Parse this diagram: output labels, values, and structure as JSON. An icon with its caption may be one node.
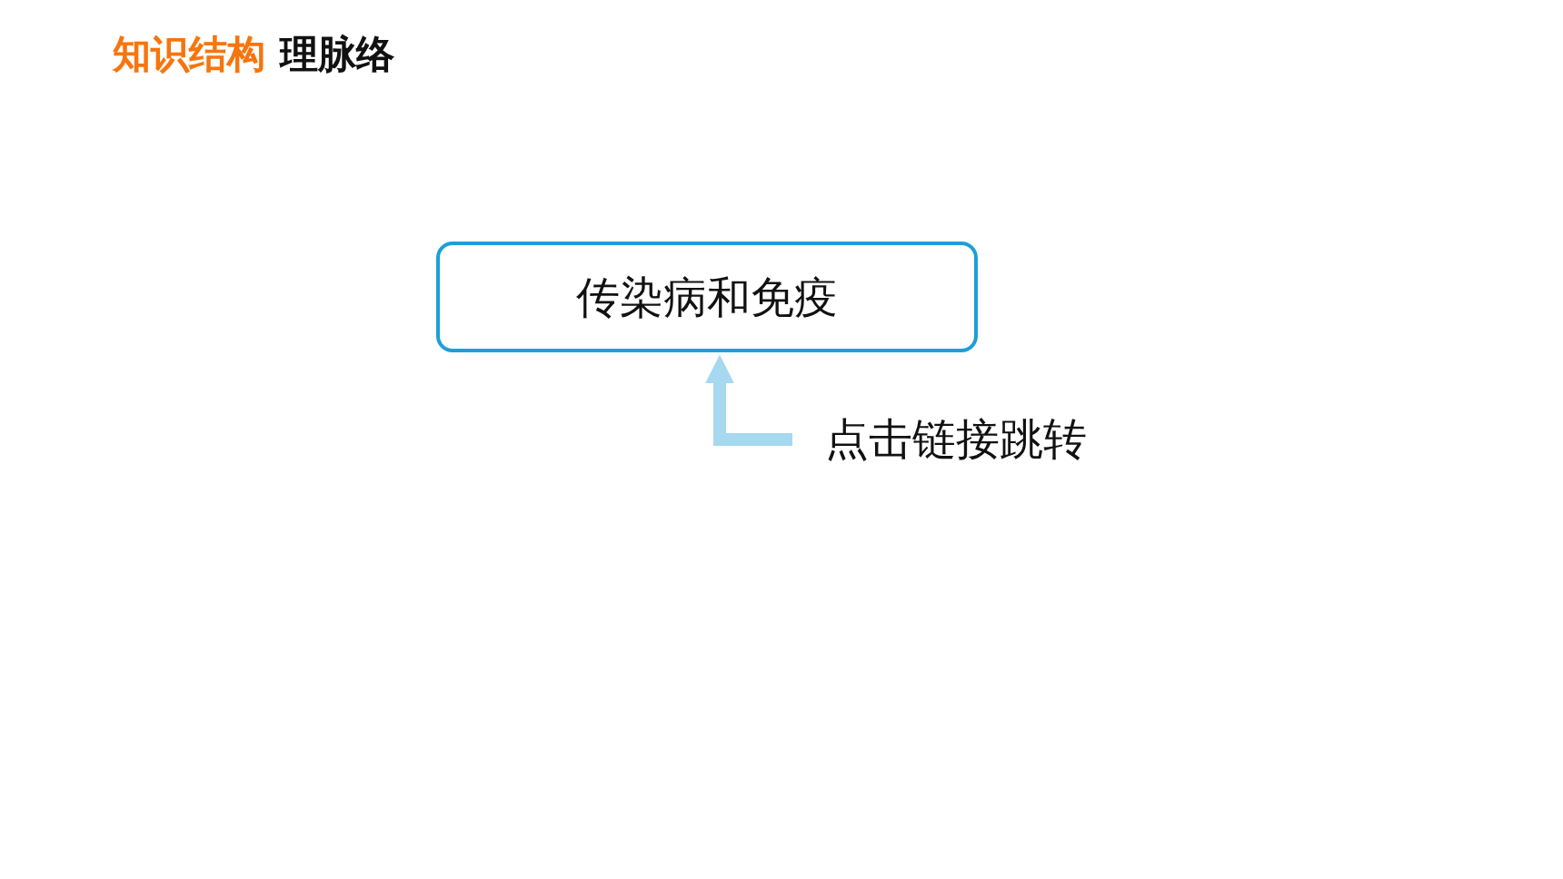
{
  "diagram": {
    "title": "知识结构",
    "labels": [
      "理脉络"
    ],
    "nodes": [
      {
        "text": [
          "传染病和免疫"
        ]
      },
      {
        "text": [
          "点击链接跳转"
        ]
      }
    ],
    "edges": [
      {
        "from": 1,
        "to": 0,
        "arrow": "to"
      }
    ]
  }
}
